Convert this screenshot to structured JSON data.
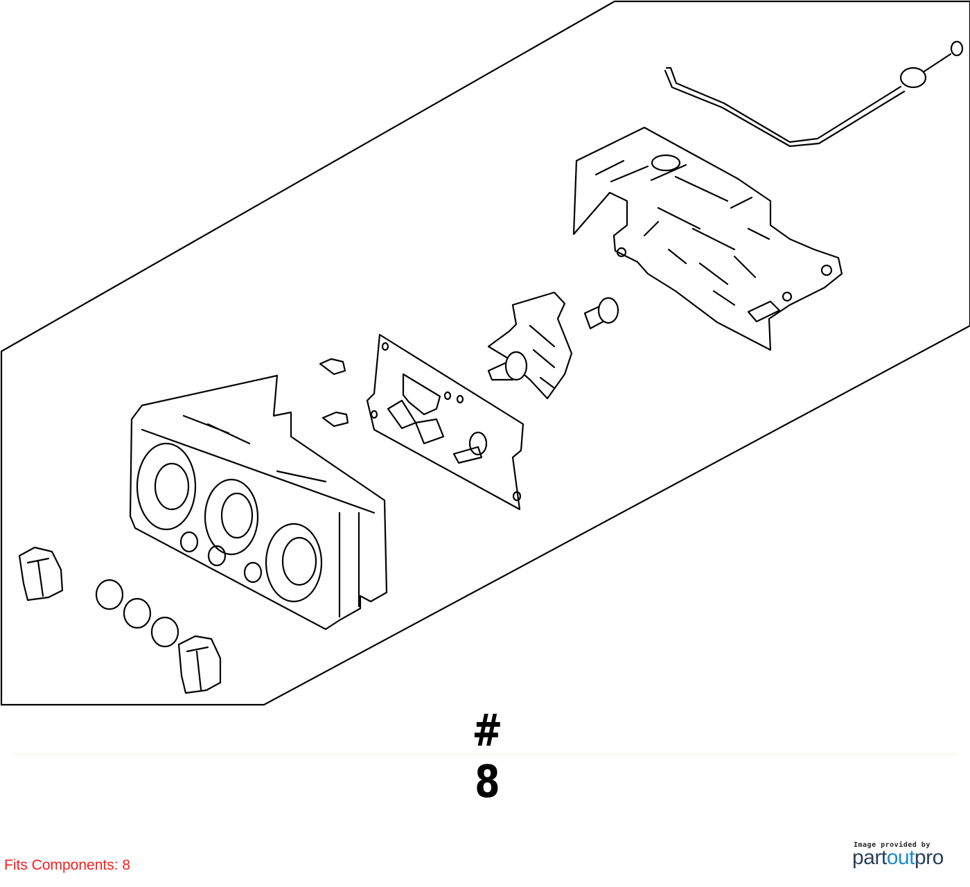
{
  "diagram": {
    "component_label": "# 8"
  },
  "footer": {
    "fits_text": "Fits Components: 8",
    "credit_line": "Image provided by",
    "logo_part": "part",
    "logo_out": "out",
    "logo_pro": "pro",
    "fits_color": "#ff1a1a",
    "logo_dark_color": "#2a3f5f",
    "logo_accent_color": "#1a8ccf"
  }
}
